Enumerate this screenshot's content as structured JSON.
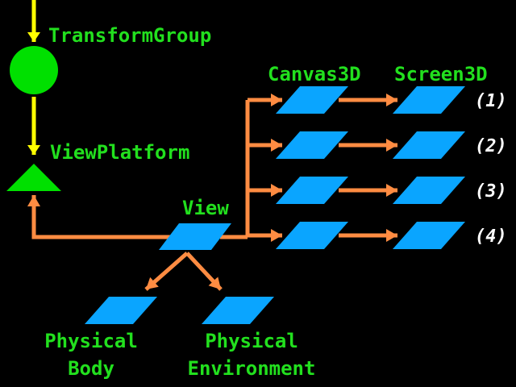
{
  "colors": {
    "background": "#000000",
    "label_green": "#22e01e",
    "arrow_yellow": "#ffff00",
    "arrow_orange": "#ff8c42",
    "node_green": "#00e000",
    "plane_blue": "#0aa5ff",
    "number_white": "#ffffff"
  },
  "nodes": {
    "transform_group": "TransformGroup",
    "view_platform": "ViewPlatform",
    "view": "View",
    "physical_body": {
      "line1": "Physical",
      "line2": "Body"
    },
    "physical_environment": {
      "line1": "Physical",
      "line2": "Environment"
    }
  },
  "column_headers": {
    "canvas3d": "Canvas3D",
    "screen3d": "Screen3D"
  },
  "rows": [
    {
      "number": "(1)"
    },
    {
      "number": "(2)"
    },
    {
      "number": "(3)"
    },
    {
      "number": "(4)"
    }
  ]
}
